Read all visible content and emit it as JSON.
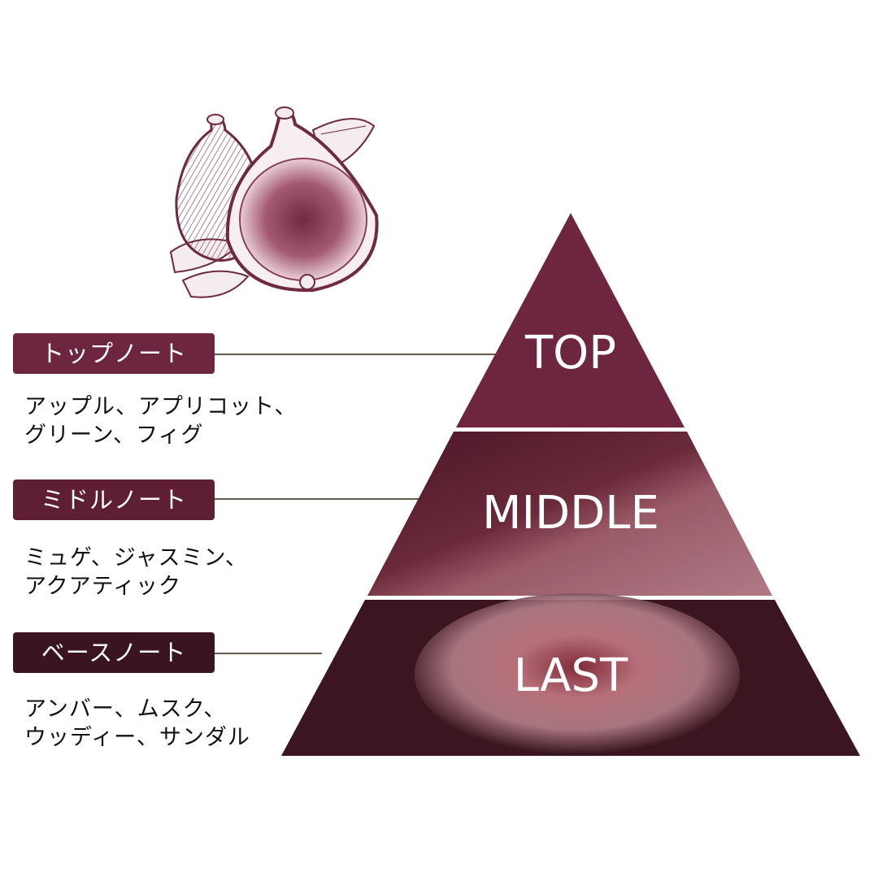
{
  "illustration": {
    "name": "fig-illustration",
    "color": "#6e2a3f"
  },
  "notes": [
    {
      "label": "トップノート",
      "color": "#6e2640",
      "lines": [
        "アップル、アプリコット、",
        "グリーン、フィグ"
      ]
    },
    {
      "label": "ミドルノート",
      "color": "#5e1f33",
      "lines": [
        "ミュゲ、ジャスミン、",
        "アクアティック"
      ]
    },
    {
      "label": "ベースノート",
      "color": "#3a1420",
      "lines": [
        "アンバー、ムスク、",
        "ウッディー、サンダル"
      ]
    }
  ],
  "pyramid": {
    "tiers": [
      {
        "label": "TOP",
        "color": "#6e2640"
      },
      {
        "label": "MIDDLE",
        "color": "#5a2032"
      },
      {
        "label": "LAST",
        "color": "#3b1520"
      }
    ]
  }
}
